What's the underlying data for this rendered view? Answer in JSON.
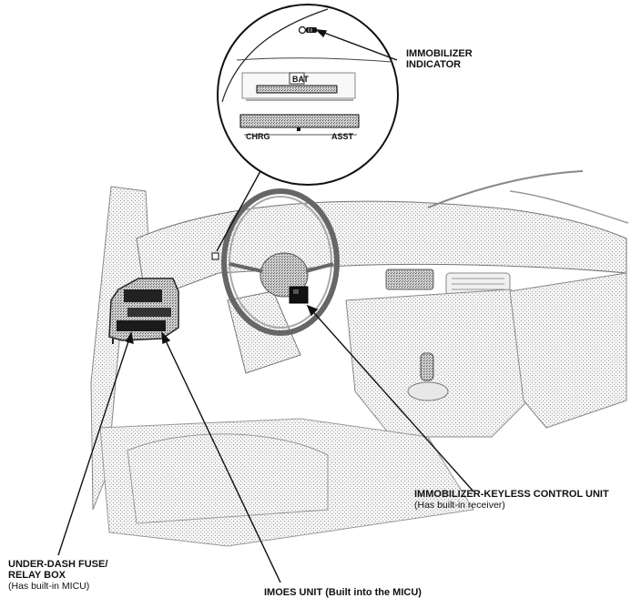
{
  "callout": {
    "indicator_label_line1": "IMMOBILIZER",
    "indicator_label_line2": "INDICATOR",
    "gauge_left": "CHRG",
    "gauge_right": "ASST",
    "bat_label": "BAT"
  },
  "labels": {
    "keyless_unit": "IMMOBILIZER-KEYLESS CONTROL UNIT",
    "keyless_unit_note": "(Has built-in receiver)",
    "fuse_box_line1": "UNDER-DASH FUSE/",
    "fuse_box_line2": "RELAY BOX",
    "fuse_box_note": "(Has built-in MICU)",
    "imoes_unit": "IMOES UNIT (Built into the MICU)"
  }
}
